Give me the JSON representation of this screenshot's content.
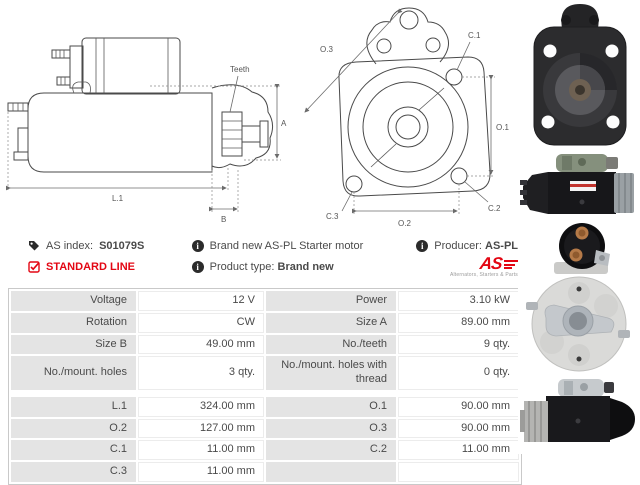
{
  "product": {
    "as_index_label": "AS index:",
    "as_index_value": "S01079S",
    "standard_line_label": "STANDARD LINE",
    "description": "Brand new AS-PL Starter motor",
    "product_type_label": "Product type:",
    "product_type_value": "Brand new",
    "producer_label": "Producer:",
    "producer_value": "AS-PL",
    "brand_logo_text": "AS",
    "brand_logo_subtext": "Alternators, Starters & Parts"
  },
  "drawings": {
    "side_view": {
      "teeth_label": "Teeth",
      "a_label": "A",
      "l1_label": "L.1",
      "b_label": "B"
    },
    "front_view": {
      "o3_label": "O.3",
      "c1_label": "C.1",
      "o1_label": "O.1",
      "c2_label": "C.2",
      "c3_label": "C.3",
      "o2_label": "O.2"
    }
  },
  "spec_table": {
    "rows": [
      {
        "label1": "Voltage",
        "value1": "12 V",
        "label2": "Power",
        "value2": "3.10 kW"
      },
      {
        "label1": "Rotation",
        "value1": "CW",
        "label2": "Size A",
        "value2": "89.00 mm"
      },
      {
        "label1": "Size B",
        "value1": "49.00 mm",
        "label2": "No./teeth",
        "value2": "9 qty."
      },
      {
        "label1": "No./mount. holes",
        "value1": "3 qty.",
        "label2": "No./mount. holes with thread",
        "value2": "0 qty."
      }
    ],
    "rows2": [
      {
        "label1": "L.1",
        "value1": "324.00 mm",
        "label2": "O.1",
        "value2": "90.00 mm"
      },
      {
        "label1": "O.2",
        "value1": "127.00 mm",
        "label2": "O.3",
        "value2": "90.00 mm"
      },
      {
        "label1": "C.1",
        "value1": "11.00 mm",
        "label2": "C.2",
        "value2": "11.00 mm"
      },
      {
        "label1": "C.3",
        "value1": "11.00 mm",
        "label2": "",
        "value2": ""
      }
    ]
  },
  "colors": {
    "accent_red": "#e30613",
    "label_cell_bg": "#e4e4e4",
    "table_border": "#c9c9c9",
    "text": "#4a4a4a"
  }
}
